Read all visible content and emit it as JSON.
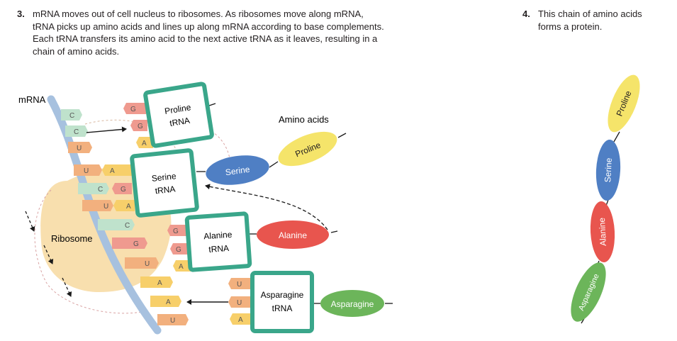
{
  "step3": {
    "number": "3.",
    "lines": [
      "mRNA moves out of cell nucleus to ribosomes. As ribosomes move along mRNA,",
      "tRNA picks up amino acids and lines up along mRNA according to base complements.",
      "Each tRNA transfers its amino acid to the next active tRNA as it leaves, resulting in a",
      "chain of amino acids."
    ]
  },
  "step4": {
    "number": "4.",
    "lines": [
      "This chain of amino acids",
      "forms a protein."
    ]
  },
  "labels": {
    "mrna": "mRNA",
    "ribosome": "Ribosome",
    "amino_acids": "Amino acids"
  },
  "trnas": [
    {
      "line1": "Proline",
      "line2": "tRNA"
    },
    {
      "line1": "Serine",
      "line2": "tRNA"
    },
    {
      "line1": "Alanine",
      "line2": "tRNA"
    },
    {
      "line1": "Asparagine",
      "line2": "tRNA"
    }
  ],
  "amino_acids": [
    {
      "name": "Proline",
      "color": "#f5e46a"
    },
    {
      "name": "Serine",
      "color": "#4f7fc4"
    },
    {
      "name": "Alanine",
      "color": "#e8554e"
    },
    {
      "name": "Asparagine",
      "color": "#6cb55a"
    }
  ],
  "mrna_bases": [
    "C",
    "C",
    "U",
    "U",
    "C",
    "U",
    "C",
    "G",
    "U",
    "A",
    "A",
    "U"
  ],
  "trna_bases": {
    "proline": [
      "G",
      "G",
      "A"
    ],
    "serine": [
      "A",
      "G",
      "A"
    ],
    "alanine": [
      "G",
      "G",
      "A"
    ],
    "asparagine": [
      "U",
      "U",
      "A"
    ]
  },
  "protein_chain": [
    "Proline",
    "Serine",
    "Alanine",
    "Asparagine"
  ],
  "colors": {
    "box_border": "#3aa68a",
    "mrna_strand": "#a7c1df",
    "ribosome": "#f8dfae",
    "base_c": "#bfe2cc",
    "base_g": "#ef9a8f",
    "base_u": "#f2b07e",
    "base_a": "#f7cf6a"
  }
}
